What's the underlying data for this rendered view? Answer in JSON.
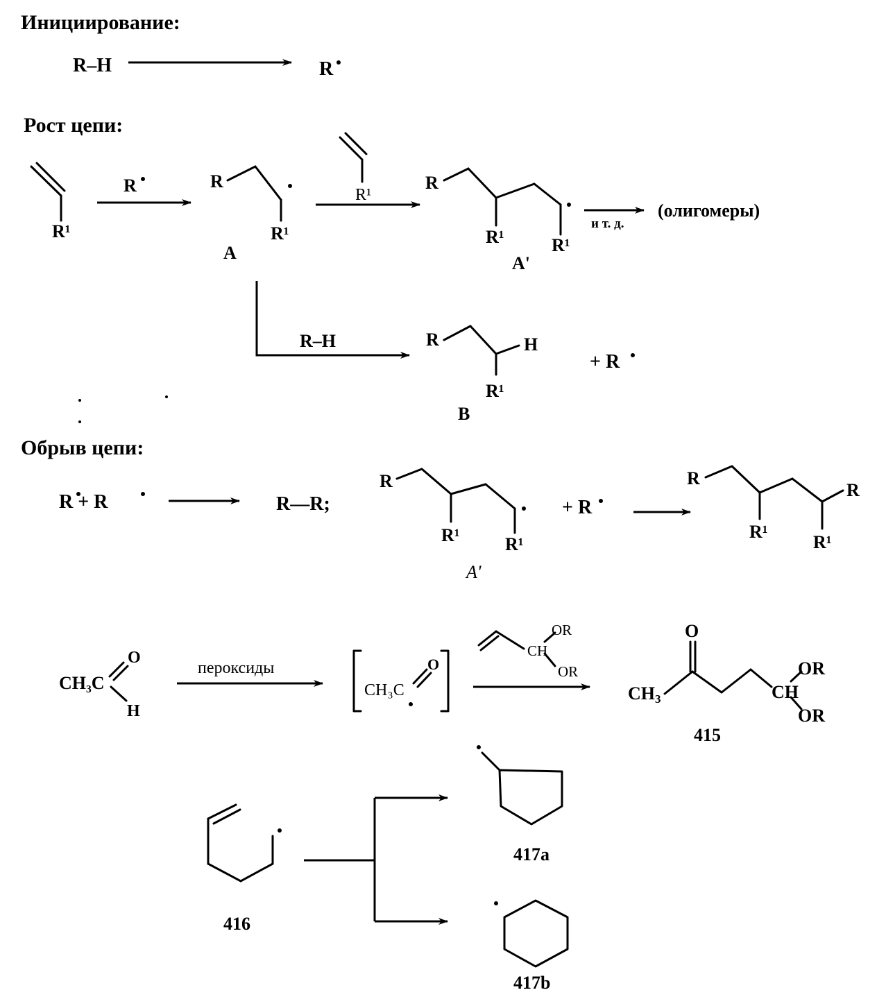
{
  "sections": {
    "initiation": "Инициирование:",
    "propagation": "Рост цепи:",
    "termination": "Обрыв цепи:"
  },
  "initiation": {
    "reactant": "R–H",
    "product": "R"
  },
  "propagation": {
    "arrow1_label": "R",
    "substituent": "R¹",
    "label_A": "A",
    "label_A_prime": "A'",
    "label_B": "B",
    "arrow_RH": "R–H",
    "etc": "и т. д.",
    "oligomers": "(олигомеры)",
    "plus_R": "+ R"
  },
  "termination": {
    "combine": "R  + R",
    "RR": "R—R;",
    "plus_R": "+ R",
    "label_A_prime": "A'"
  },
  "example1": {
    "reactant": "CH₃C",
    "arrow_label": "пероксиды",
    "intermediate": "CH₃C",
    "product_label": "415"
  },
  "example2": {
    "reactant_label": "416",
    "product_a": "417a",
    "product_b": "417b"
  }
}
